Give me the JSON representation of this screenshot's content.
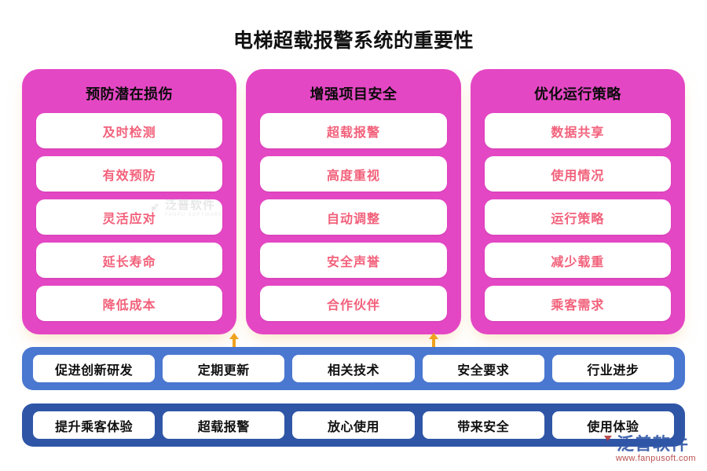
{
  "title": "电梯超载报警系统的重要性",
  "columns": [
    {
      "heading": "预防潜在损伤",
      "cards": [
        "及时检测",
        "有效预防",
        "灵活应对",
        "延长寿命",
        "降低成本"
      ]
    },
    {
      "heading": "增强项目安全",
      "cards": [
        "超载报警",
        "高度重视",
        "自动调整",
        "安全声誉",
        "合作伙伴"
      ]
    },
    {
      "heading": "优化运行策略",
      "cards": [
        "数据共享",
        "使用情况",
        "运行策略",
        "减少载重",
        "乘客需求"
      ]
    }
  ],
  "bars": [
    {
      "name": "upper-bar",
      "chips": [
        "促进创新研发",
        "定期更新",
        "相关技术",
        "安全要求",
        "行业进步"
      ]
    },
    {
      "name": "lower-bar",
      "chips": [
        "提升乘客体验",
        "超载报警",
        "放心使用",
        "带来安全",
        "使用体验"
      ]
    }
  ],
  "connectors": [
    {
      "icon": "double-arrow-vertical-icon"
    },
    {
      "icon": "double-arrow-vertical-icon"
    }
  ],
  "watermarks": {
    "center": {
      "cn": "泛普软件",
      "en": "FANPU SOFTWARE",
      "icon": "fanpu-logo-icon"
    },
    "corner": {
      "cn": "泛普软件",
      "url": "www.fanpusoft.com",
      "icon": "fanpu-logo-icon"
    }
  },
  "colors": {
    "panel_pink": "#E447C4",
    "card_text": "#F2617B",
    "bar_blue_upper": "#4A77D0",
    "bar_blue_lower": "#2F56A6",
    "arrow_amber": "#EFA21E",
    "title_black": "#111111",
    "background": "#FFFFFF"
  }
}
